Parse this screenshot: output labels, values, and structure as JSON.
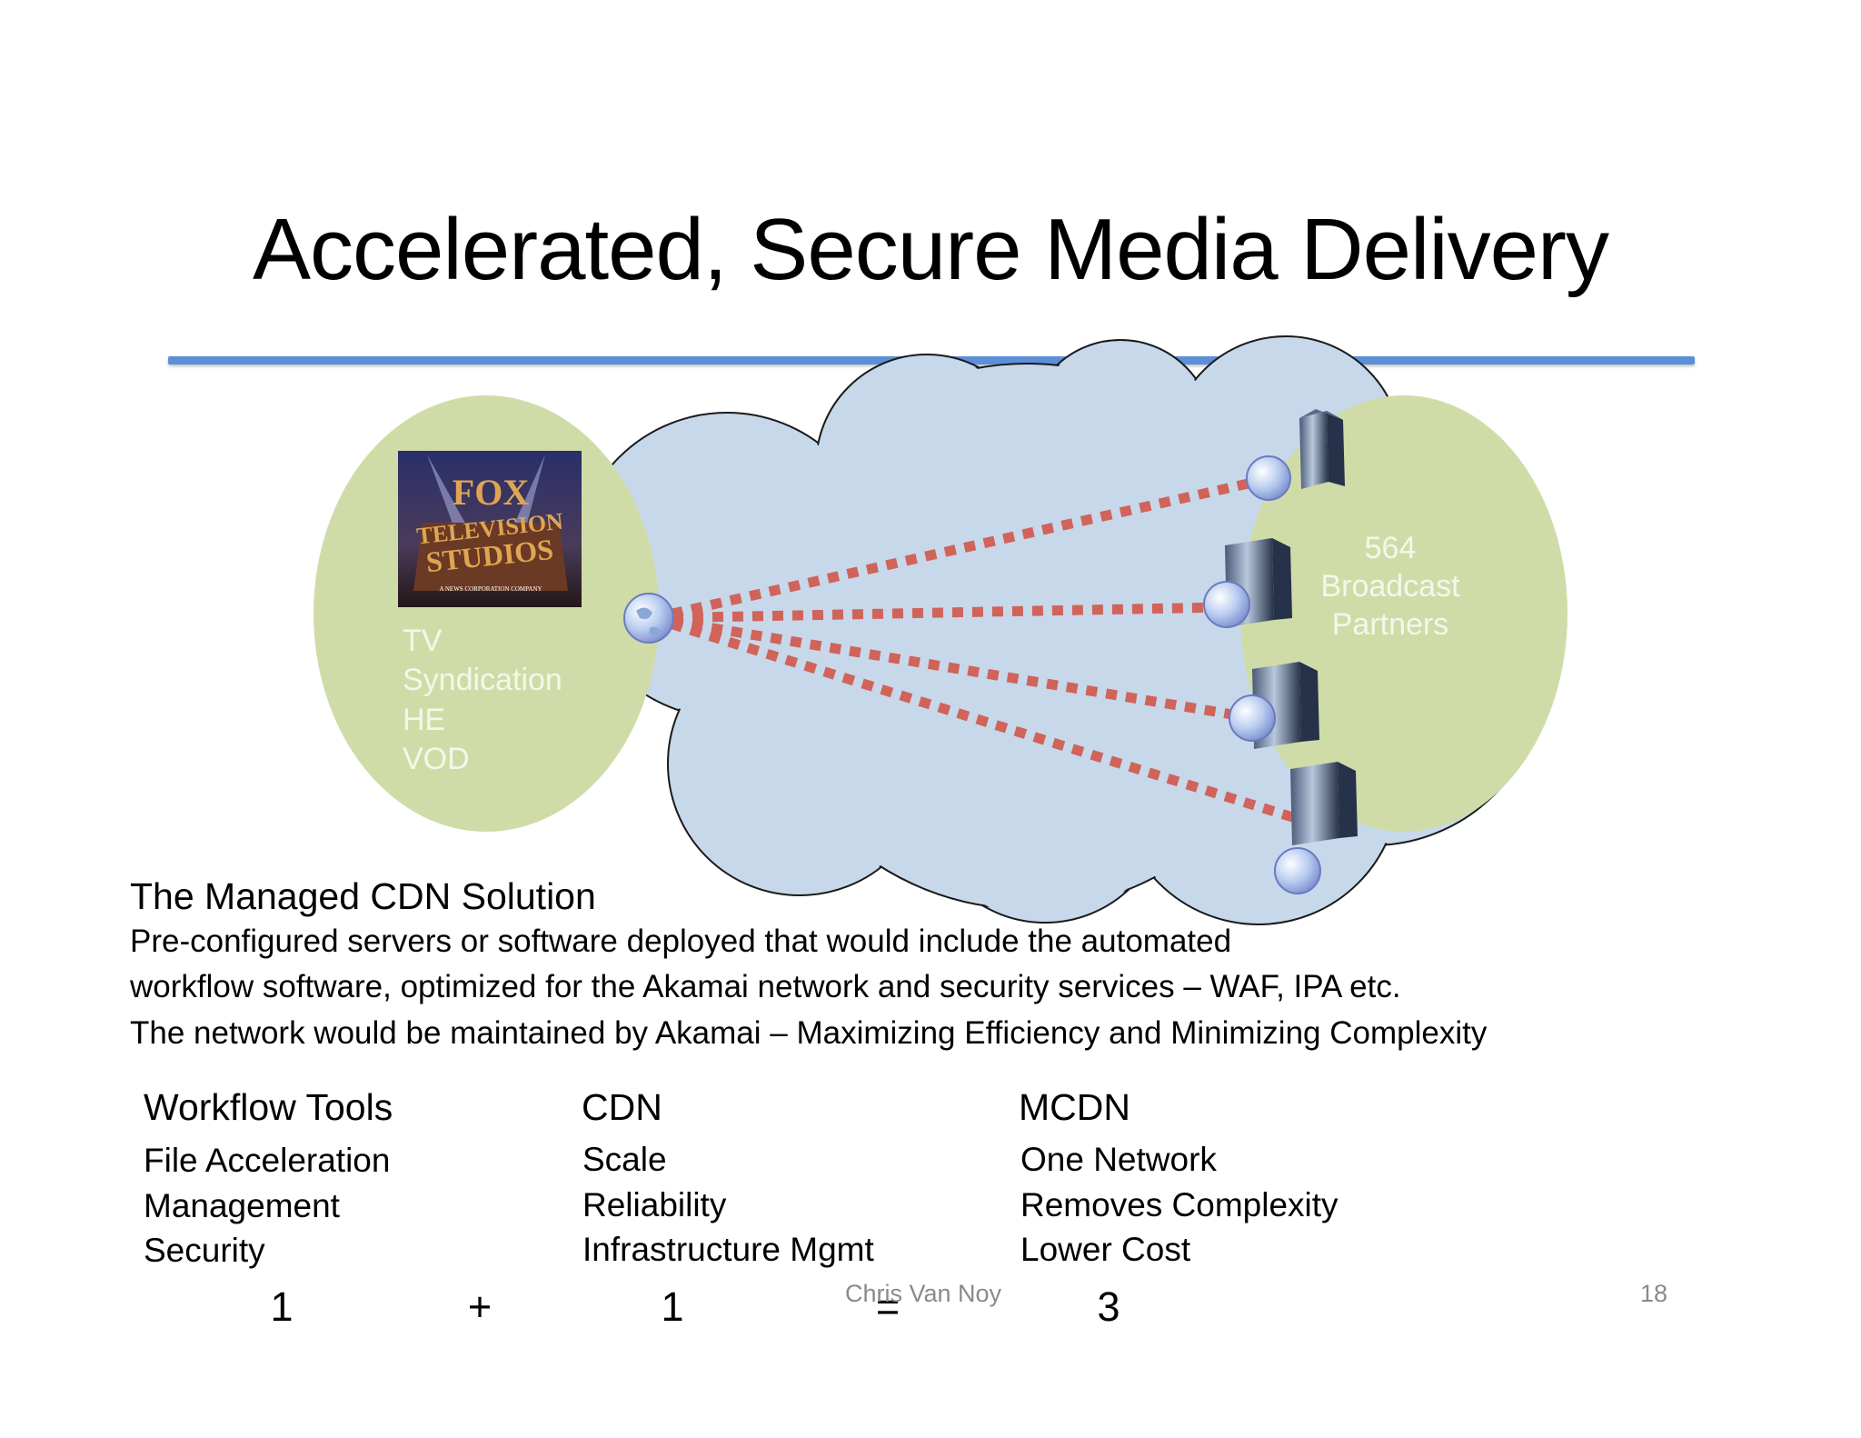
{
  "slide": {
    "title": "Accelerated, Secure Media Delivery",
    "footer_author": "Chris Van Noy",
    "page_number": "18"
  },
  "diagram": {
    "source": {
      "logo": {
        "line1": "FOX",
        "line2": "TELEVISION",
        "line3": "STUDIOS",
        "tagline": "A NEWS CORPORATION COMPANY"
      },
      "lines": [
        "TV",
        "Syndication",
        "HE",
        "VOD"
      ]
    },
    "destination": {
      "lines": [
        "564",
        "Broadcast",
        "Partners"
      ]
    },
    "colors": {
      "cloud": "#c7d8ea",
      "ellipse": "#d0dca8",
      "link": "#d0635a",
      "rule": "#5b8fd8"
    },
    "icons": [
      "globe-icon",
      "server-building-icon"
    ]
  },
  "description": {
    "heading": "The Managed CDN Solution",
    "lines": [
      "Pre-configured servers or software deployed that would include the automated",
      "workflow software, optimized for the Akamai network and security services – WAF, IPA etc.",
      "The network would be maintained by Akamai – Maximizing Efficiency and Minimizing Complexity"
    ]
  },
  "columns": [
    {
      "heading": "Workflow Tools",
      "items": [
        "File Acceleration",
        "Management",
        "Security"
      ]
    },
    {
      "heading": "CDN",
      "items": [
        "Scale",
        "Reliability",
        "Infrastructure Mgmt"
      ]
    },
    {
      "heading": "MCDN",
      "items": [
        "One Network",
        "Removes Complexity",
        "Lower Cost"
      ]
    }
  ],
  "equation": [
    "1",
    "+",
    "1",
    "=",
    "3"
  ]
}
